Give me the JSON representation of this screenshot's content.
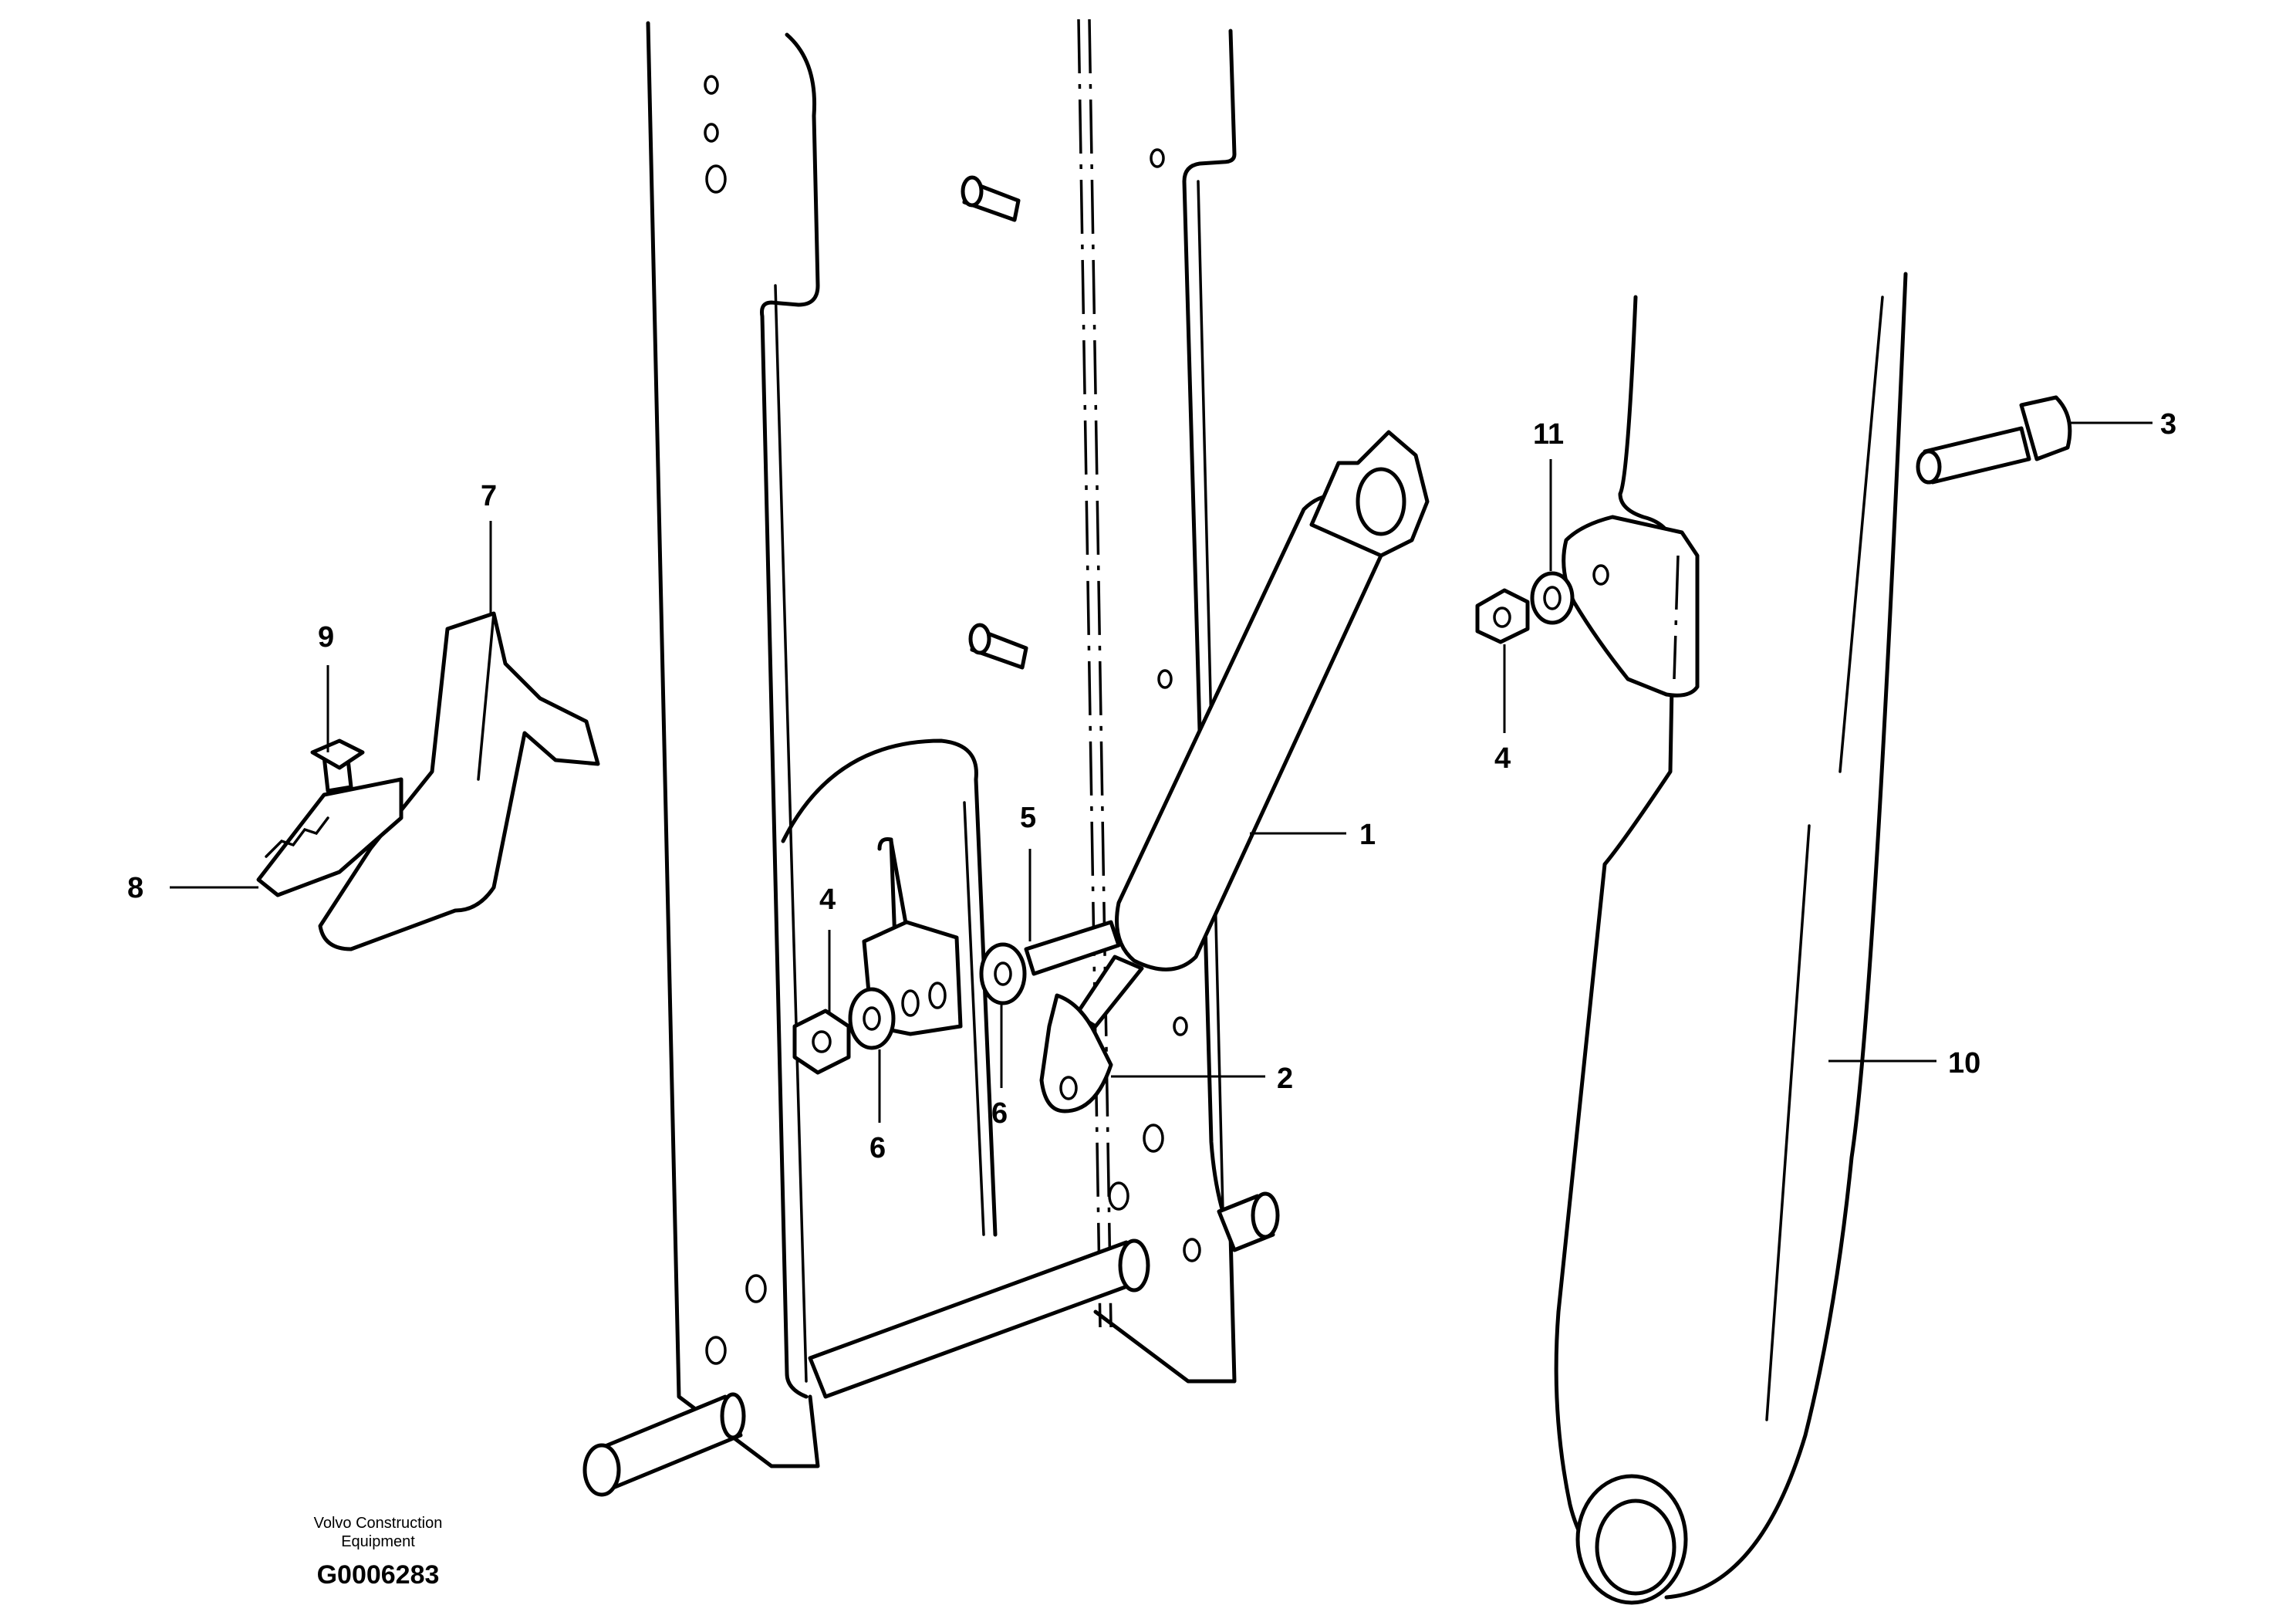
{
  "callouts": [
    {
      "id": "c1",
      "label": "1"
    },
    {
      "id": "c2",
      "label": "2"
    },
    {
      "id": "c3",
      "label": "3"
    },
    {
      "id": "c4a",
      "label": "4"
    },
    {
      "id": "c4b",
      "label": "4"
    },
    {
      "id": "c5",
      "label": "5"
    },
    {
      "id": "c6a",
      "label": "6"
    },
    {
      "id": "c6b",
      "label": "6"
    },
    {
      "id": "c7",
      "label": "7"
    },
    {
      "id": "c8",
      "label": "8"
    },
    {
      "id": "c9",
      "label": "9"
    },
    {
      "id": "c10",
      "label": "10"
    },
    {
      "id": "c11",
      "label": "11"
    }
  ],
  "footer": {
    "maker_line1": "Volvo Construction",
    "maker_line2": "Equipment",
    "drawing_number": "G0006283"
  }
}
